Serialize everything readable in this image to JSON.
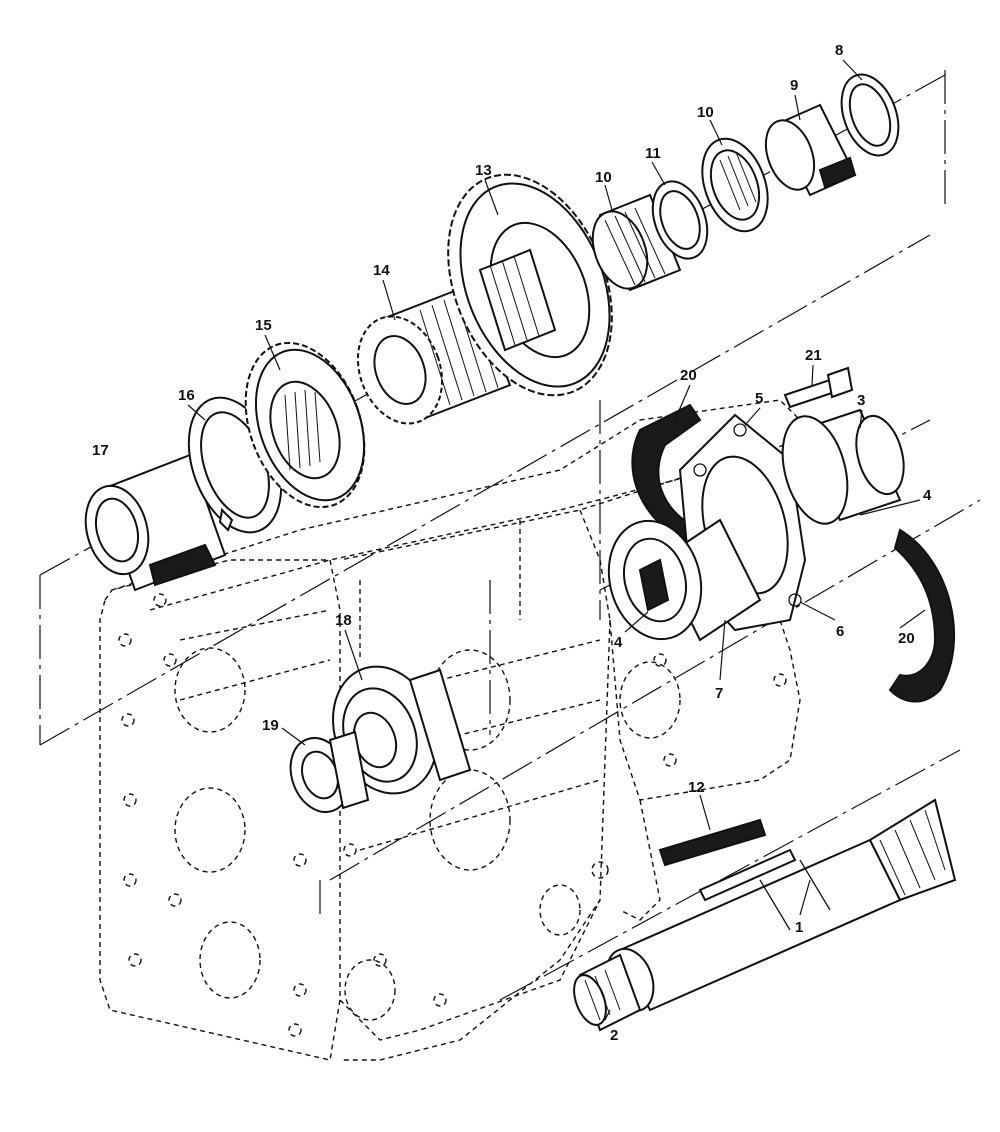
{
  "diagram": {
    "callouts": [
      {
        "id": "c8",
        "text": "8"
      },
      {
        "id": "c9",
        "text": "9"
      },
      {
        "id": "c10a",
        "text": "10"
      },
      {
        "id": "c11",
        "text": "11"
      },
      {
        "id": "c10b",
        "text": "10"
      },
      {
        "id": "c13",
        "text": "13"
      },
      {
        "id": "c14",
        "text": "14"
      },
      {
        "id": "c15",
        "text": "15"
      },
      {
        "id": "c16",
        "text": "16"
      },
      {
        "id": "c17",
        "text": "17"
      },
      {
        "id": "c21",
        "text": "21"
      },
      {
        "id": "c20a",
        "text": "20"
      },
      {
        "id": "c5",
        "text": "5"
      },
      {
        "id": "c3",
        "text": "3"
      },
      {
        "id": "c4a",
        "text": "4"
      },
      {
        "id": "c4b",
        "text": "4"
      },
      {
        "id": "c6",
        "text": "6"
      },
      {
        "id": "c7",
        "text": "7"
      },
      {
        "id": "c20b",
        "text": "20"
      },
      {
        "id": "c18",
        "text": "18"
      },
      {
        "id": "c19",
        "text": "19"
      },
      {
        "id": "c12",
        "text": "12"
      },
      {
        "id": "c1",
        "text": "1"
      },
      {
        "id": "c2",
        "text": "2"
      }
    ]
  }
}
